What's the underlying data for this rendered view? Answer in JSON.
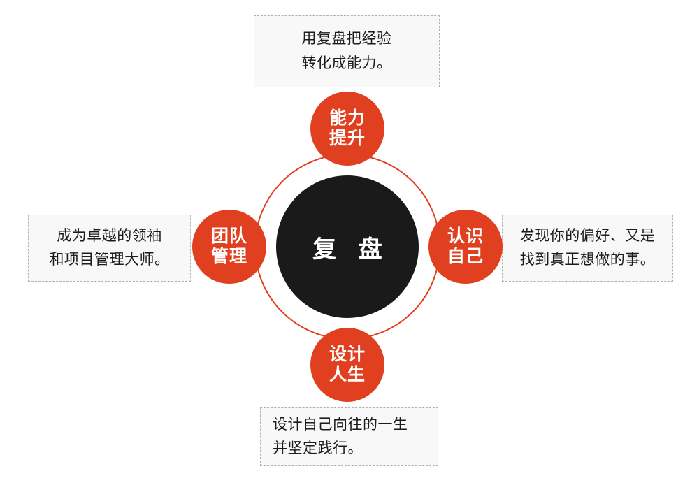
{
  "diagram": {
    "type": "hub-and-spoke",
    "accent_color": "#e0401f",
    "core_color": "#1a1a1a",
    "box_border_color": "#b0b0b0",
    "box_fill_color": "#f8f8f8",
    "core": {
      "label": "复 盘"
    },
    "spokes": [
      {
        "id": "top",
        "line1": "能力",
        "line2": "提升",
        "callout_line1": "用复盘把经验",
        "callout_line2": "转化成能力。"
      },
      {
        "id": "right",
        "line1": "认识",
        "line2": "自己",
        "callout_line1": "发现你的偏好、又是",
        "callout_line2": "找到真正想做的事。"
      },
      {
        "id": "bottom",
        "line1": "设计",
        "line2": "人生",
        "callout_line1": "设计自己向往的一生",
        "callout_line2": "并坚定践行。"
      },
      {
        "id": "left",
        "line1": "团队",
        "line2": "管理",
        "callout_line1": "成为卓越的领袖",
        "callout_line2": "和项目管理大师。"
      }
    ]
  }
}
